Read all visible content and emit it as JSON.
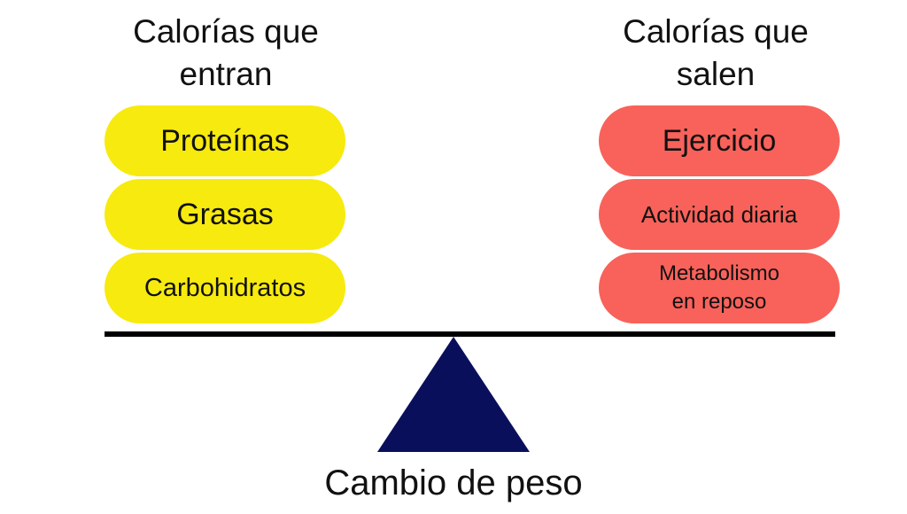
{
  "left_column": {
    "heading": "Calorías que\nentran",
    "items": [
      "Proteínas",
      "Grasas",
      "Carbohidratos"
    ],
    "color": "#f7ea0e"
  },
  "right_column": {
    "heading": "Calorías que\nsalen",
    "items": [
      "Ejercicio",
      "Actividad diaria",
      "Metabolismo\nen reposo"
    ],
    "color": "#f8625a"
  },
  "balance": {
    "beam_color": "#000000",
    "fulcrum_color": "#0a0f5c",
    "caption": "Cambio de peso"
  }
}
